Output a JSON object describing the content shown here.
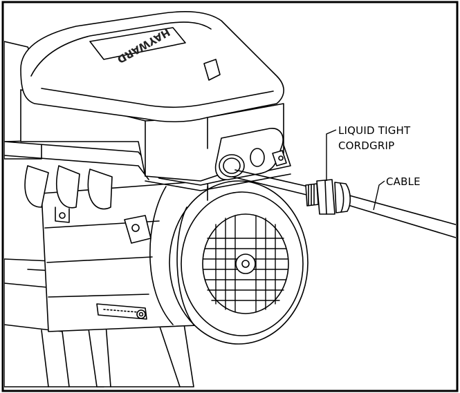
{
  "diagram": {
    "logo_text": "HAYWARD",
    "callouts": {
      "cordgrip_line1": "LIQUID TIGHT",
      "cordgrip_line2": "CORDGRIP",
      "cable": "CABLE"
    }
  }
}
